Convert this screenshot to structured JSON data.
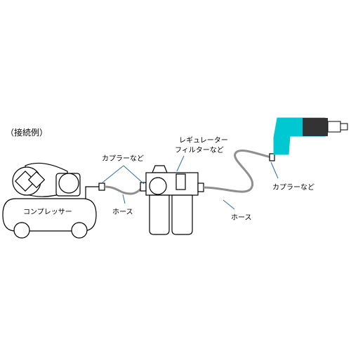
{
  "diagram": {
    "caption": "（接続例）",
    "labels": {
      "coupler_left": "カプラーなど",
      "hose_left": "ホース",
      "regulator_line1": "レギュレーター",
      "regulator_line2": "フィルターなど",
      "hose_right": "ホース",
      "coupler_right": "カプラーなど",
      "compressor": "コンプレッサー"
    },
    "colors": {
      "outline": "#000000",
      "hose": "#8f8f8f",
      "tool_body": "#00c8d2",
      "tool_motor": "#333333",
      "leader": "#2a6fa8"
    }
  }
}
